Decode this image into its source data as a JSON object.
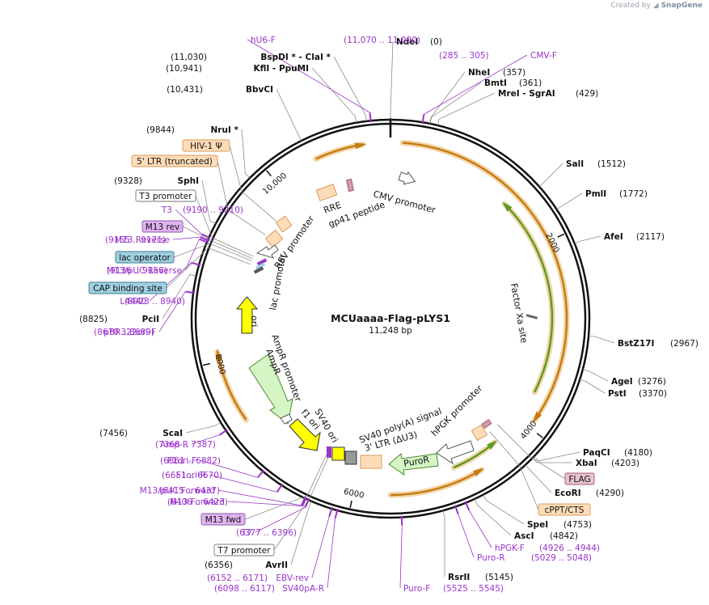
{
  "watermark": {
    "prefix": "Created by",
    "brand": "SnapGene"
  },
  "plasmid": {
    "name": "MCUaaaa-Flag-pLYS1",
    "size_text": "11,248 bp",
    "length": 11248
  },
  "ticks": [
    {
      "label": "2000",
      "pos": 2000
    },
    {
      "label": "4000",
      "pos": 4000
    },
    {
      "label": "6000",
      "pos": 6000
    },
    {
      "label": "8000",
      "pos": 8000
    },
    {
      "label": "10,000",
      "pos": 10000
    }
  ],
  "features": [
    {
      "label": "CMV promoter",
      "kind": "promoter"
    },
    {
      "label": "RRE",
      "kind": "misc"
    },
    {
      "label": "gp41 peptide",
      "kind": "misc"
    },
    {
      "label": "RSV promoter",
      "kind": "promoter"
    },
    {
      "label": "lac promoter",
      "kind": "promoter"
    },
    {
      "label": "ori",
      "kind": "ori"
    },
    {
      "label": "AmpR promoter",
      "kind": "promoter"
    },
    {
      "label": "AmpR",
      "kind": "cds"
    },
    {
      "label": "f1 ori",
      "kind": "ori"
    },
    {
      "label": "SV40 ori",
      "kind": "ori"
    },
    {
      "label": "SV40 poly(A) signal",
      "kind": "misc"
    },
    {
      "label": "3' LTR (ΔU3)",
      "kind": "misc"
    },
    {
      "label": "PuroR",
      "kind": "cds"
    },
    {
      "label": "hPGK promoter",
      "kind": "promoter"
    },
    {
      "label": "Factor Xa site",
      "kind": "misc"
    }
  ],
  "sites": [
    {
      "name": "NdeI",
      "pos": "(0)"
    },
    {
      "name": "NheI",
      "pos": "(357)"
    },
    {
      "name": "BmtI",
      "pos": "(361)"
    },
    {
      "name": "MreI  - SgrAI",
      "pos": "(429)"
    },
    {
      "name": "SalI",
      "pos": "(1512)"
    },
    {
      "name": "PmlI",
      "pos": "(1772)"
    },
    {
      "name": "AfeI",
      "pos": "(2117)"
    },
    {
      "name": "BstZ17I",
      "pos": "(2967)"
    },
    {
      "name": "AgeI",
      "pos": "(3276)"
    },
    {
      "name": "PstI",
      "pos": "(3370)"
    },
    {
      "name": "PaqCI",
      "pos": "(4180)"
    },
    {
      "name": "XbaI",
      "pos": "(4203)"
    },
    {
      "name": "EcoRI",
      "pos": "(4290)"
    },
    {
      "name": "SpeI",
      "pos": "(4753)"
    },
    {
      "name": "AscI",
      "pos": "(4842)"
    },
    {
      "name": "RsrII",
      "pos": "(5145)"
    },
    {
      "name": "AvrII",
      "pos": "(6356)"
    },
    {
      "name": "ScaI",
      "pos": "(7456)"
    },
    {
      "name": "PciI",
      "pos": "(8825)"
    },
    {
      "name": "SphI",
      "pos": "(9328)"
    },
    {
      "name": "NruI *",
      "pos": "(9844)"
    },
    {
      "name": "BbvCI",
      "pos": "(10,431)"
    },
    {
      "name": "KflI  - PpuMI",
      "pos": "(10,941)"
    },
    {
      "name": "BspDI *  - ClaI *",
      "pos": "(11,030)"
    }
  ],
  "primers": [
    {
      "name": "hU6-F",
      "range": "(11,070 .. 11,090)"
    },
    {
      "name": "CMV-F",
      "range": "(285 .. 305)"
    },
    {
      "name": "T3",
      "range": "(9190 .. 9210)"
    },
    {
      "name": "M13 Reverse",
      "range": "(9155 .. 9171)"
    },
    {
      "name": "M13/pUC Reverse",
      "range": "(9136 .. 9158)"
    },
    {
      "name": "L4440",
      "range": "(8923 .. 8940)"
    },
    {
      "name": "pBR322ori-F",
      "range": "(8670 .. 8689)"
    },
    {
      "name": "Amp-R",
      "range": "(7368 .. 7387)"
    },
    {
      "name": "F1ori-F",
      "range": "(6861 .. 6882)"
    },
    {
      "name": "F1ori-R",
      "range": "(6651 .. 6670)"
    },
    {
      "name": "M13/pUC Forward",
      "range": "(6415 .. 6437)"
    },
    {
      "name": "M13 Forward",
      "range": "(6406 .. 6423)"
    },
    {
      "name": "T7",
      "range": "(6377 .. 6396)"
    },
    {
      "name": "EBV-rev",
      "range": "(6152 .. 6171)"
    },
    {
      "name": "SV40pA-R",
      "range": "(6098 .. 6117)"
    },
    {
      "name": "Puro-F",
      "range": "(5525 .. 5545)"
    },
    {
      "name": "Puro-R",
      "range": "(5029 .. 5048)"
    },
    {
      "name": "hPGK-F",
      "range": "(4926 .. 4944)"
    }
  ],
  "boxes": [
    {
      "label": "HIV-1 Ψ",
      "kind": "misc"
    },
    {
      "label": "5' LTR (truncated)",
      "kind": "misc"
    },
    {
      "label": "T3 promoter",
      "kind": "promoter"
    },
    {
      "label": "M13 rev",
      "kind": "primer-bind"
    },
    {
      "label": "lac operator",
      "kind": "protein-bind"
    },
    {
      "label": "CAP binding site",
      "kind": "protein-bind"
    },
    {
      "label": "M13 fwd",
      "kind": "primer-bind"
    },
    {
      "label": "T7 promoter",
      "kind": "promoter"
    },
    {
      "label": "FLAG",
      "kind": "tag"
    },
    {
      "label": "cPPT/CTS",
      "kind": "misc"
    }
  ],
  "colors": {
    "backbone": "#111111",
    "site_text": "#111111",
    "primer": "#9a33c9",
    "leader": "#8c8c8c",
    "cds_green": "#5a9b23",
    "arc_orange": "#c67a12",
    "ori_yellow": "#ffff00",
    "misc_box": "#ffdcb8",
    "misc_box_border": "#d79a5a",
    "protein_bind_box": "#9fcfe0",
    "primer_bind_box": "#e0b3f0",
    "promoter_box": "#ffffff",
    "flag_box": "#e8c3cd",
    "cds_fill": "#d6f5c4"
  }
}
